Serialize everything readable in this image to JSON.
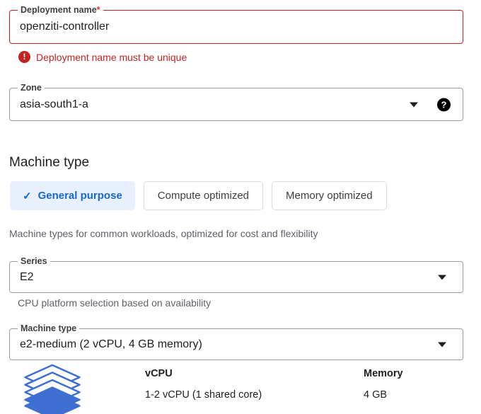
{
  "deployment_name": {
    "label": "Deployment name",
    "required_marker": "*",
    "value": "openziti-controller",
    "error": "Deployment name must be unique",
    "error_icon": "error-exclamation-icon"
  },
  "zone": {
    "label": "Zone",
    "value": "asia-south1-a",
    "help_glyph": "?",
    "help_icon": "help-circle-icon",
    "caret_icon": "chevron-down-icon"
  },
  "machine_type_section": {
    "heading": "Machine type",
    "chips": [
      {
        "label": "General purpose",
        "selected": true,
        "check_glyph": "✓"
      },
      {
        "label": "Compute optimized",
        "selected": false
      },
      {
        "label": "Memory optimized",
        "selected": false
      }
    ],
    "chips_helper": "Machine types for common workloads, optimized for cost and flexibility"
  },
  "series": {
    "label": "Series",
    "value": "E2",
    "helper": "CPU platform selection based on availability",
    "caret_icon": "chevron-down-icon"
  },
  "machine_type": {
    "label": "Machine type",
    "value": "e2-medium (2 vCPU, 4 GB memory)",
    "caret_icon": "chevron-down-icon"
  },
  "specs": {
    "icon": "stacked-layers-icon",
    "columns": [
      {
        "header": "vCPU",
        "value": "1-2 vCPU (1 shared core)"
      },
      {
        "header": "Memory",
        "value": "4 GB"
      }
    ]
  },
  "colors": {
    "error_red": "#c5221f",
    "required_red": "#d93025",
    "accent_blue": "#1967d2",
    "chip_selected_bg": "#e8f0fe",
    "icon_blue": "#3f6fd1",
    "border_gray": "#9aa0a6",
    "helper_gray": "#5f6368"
  }
}
